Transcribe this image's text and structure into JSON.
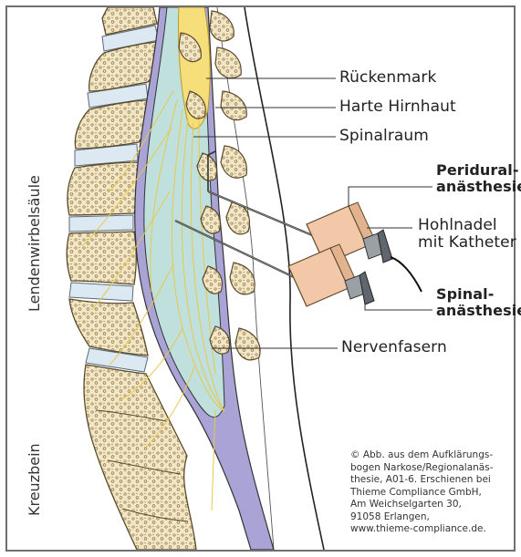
{
  "labels": {
    "rueckenmark": "Rückenmark",
    "harte_hirnhaut": "Harte Hirnhaut",
    "spinalraum": "Spinalraum",
    "peridural_line1": "Peridural-",
    "peridural_line2": "anästhesie",
    "hohlnadel_line1": "Hohlnadel",
    "hohlnadel_line2": "mit Katheter",
    "spinal_line1": "Spinal-",
    "spinal_line2": "anästhesie",
    "nervenfasern": "Nervenfasern"
  },
  "side_labels": {
    "lendenwirbelsaeule": "Lendenwirbelsäule",
    "kreuzbein": "Kreuzbein"
  },
  "copyright": {
    "lines": [
      "© Abb. aus dem Aufklärungs-",
      "bogen Narkose/Regionalanäs-",
      "thesie, A01-6. Erschienen bei",
      "Thieme Compliance GmbH,",
      "Am Weichselgarten 30,",
      "91058 Erlangen,",
      "www.thieme-compliance.de."
    ]
  },
  "colors": {
    "bone": "#f3e6c4",
    "bone_outline": "#5b4a2a",
    "disc": "#dce9f2",
    "dura": "#a9a3d6",
    "csf": "#bfe0dc",
    "cord": "#f6df7a",
    "syringe": "#f2c8a8"
  }
}
